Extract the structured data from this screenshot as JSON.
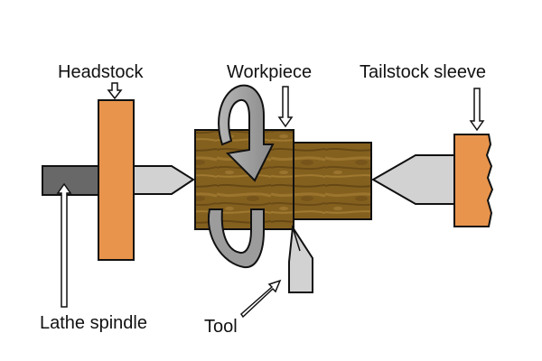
{
  "labels": {
    "headstock": "Headstock",
    "workpiece": "Workpiece",
    "tailstock_sleeve": "Tailstock sleeve",
    "lathe_spindle": "Lathe spindle",
    "tool": "Tool"
  },
  "colors": {
    "orange": "#E8944C",
    "spindle_gray": "#686868",
    "centre_light": "#D2D2D2",
    "wood_dark": "#6B4A16",
    "wood_light": "#A0782C",
    "arrow_gray": "#9C9C9C",
    "outline": "#111111"
  }
}
